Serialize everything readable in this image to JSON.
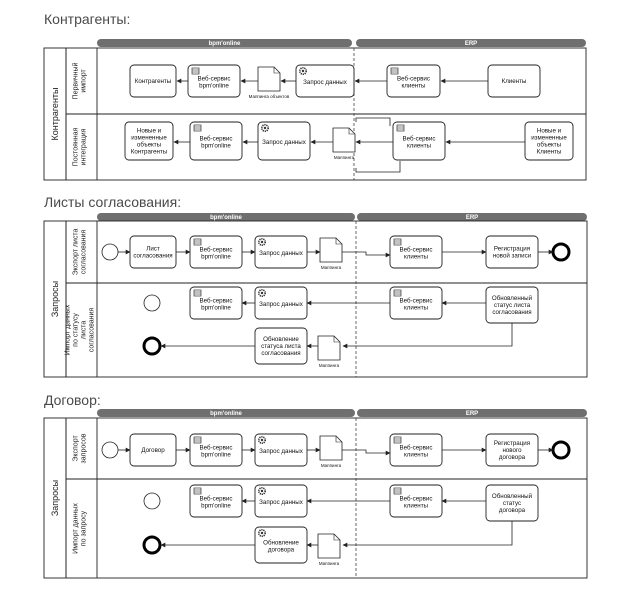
{
  "sections": [
    {
      "title": "Контрагенты:",
      "pool_label": "Контрагенты",
      "columns": [
        "bpm'online",
        "ERP"
      ],
      "lanes": [
        "Первичный импорт",
        "Постоянная интеграция"
      ],
      "nodes": {
        "contragents": "Контрагенты",
        "ws_bpm_1": "Веб-сервис bpm'online",
        "objects_doc": "Маппинга объектов",
        "query_1": "Запрос данных",
        "ws_clients_1": "Веб-сервис клиенты",
        "clients_1": "Клиенты",
        "new_contragents": "Новые и измененные объекты Контрагенты",
        "ws_bpm_2": "Веб-сервис bpm'online",
        "query_2": "Запрос данных",
        "mapping_2": "Маппинга",
        "ws_clients_2": "Веб-сервис клиенты",
        "new_clients": "Новые и измененные объекты Клиенты"
      }
    },
    {
      "title": "Листы согласования:",
      "pool_label": "Запросы",
      "columns": [
        "bpm'online",
        "ERP"
      ],
      "lanes": [
        "Экспорт листа согласования",
        "Импорт данных по статусу листа согласования"
      ],
      "nodes": {
        "list": "Лист согласования",
        "ws_bpm_1": "Веб-сервис bpm'online",
        "query_1": "Запрос данных",
        "mapping_1": "Маппинга",
        "ws_clients_1": "Веб-сервис клиенты",
        "register": "Регистрация новой записи",
        "ws_bpm_2": "Веб-сервис bpm'online",
        "query_2": "Запрос данных",
        "ws_clients_2": "Веб-сервис клиенты",
        "updated": "Обновленный статус листа согласования",
        "update": "Обновление статуса листа согласования",
        "mapping_2": "Маппинга"
      }
    },
    {
      "title": "Договор:",
      "pool_label": "Запросы",
      "columns": [
        "bpm'online",
        "ERP"
      ],
      "lanes": [
        "Экспорт запросов",
        "Импорт данных по запросу"
      ],
      "nodes": {
        "contract": "Договор",
        "ws_bpm_1": "Веб-сервис bpm'online",
        "query_1": "Запрос данных",
        "mapping_1": "Маппинга",
        "ws_clients_1": "Веб-сервис клиенты",
        "register": "Регистрация нового договора",
        "ws_bpm_2": "Веб-сервис bpm'online",
        "query_2": "Запрос данных",
        "ws_clients_2": "Веб-сервис клиенты",
        "updated": "Обновленный статус договора",
        "update": "Обновление договора",
        "mapping_2": "Маппинга"
      }
    }
  ]
}
